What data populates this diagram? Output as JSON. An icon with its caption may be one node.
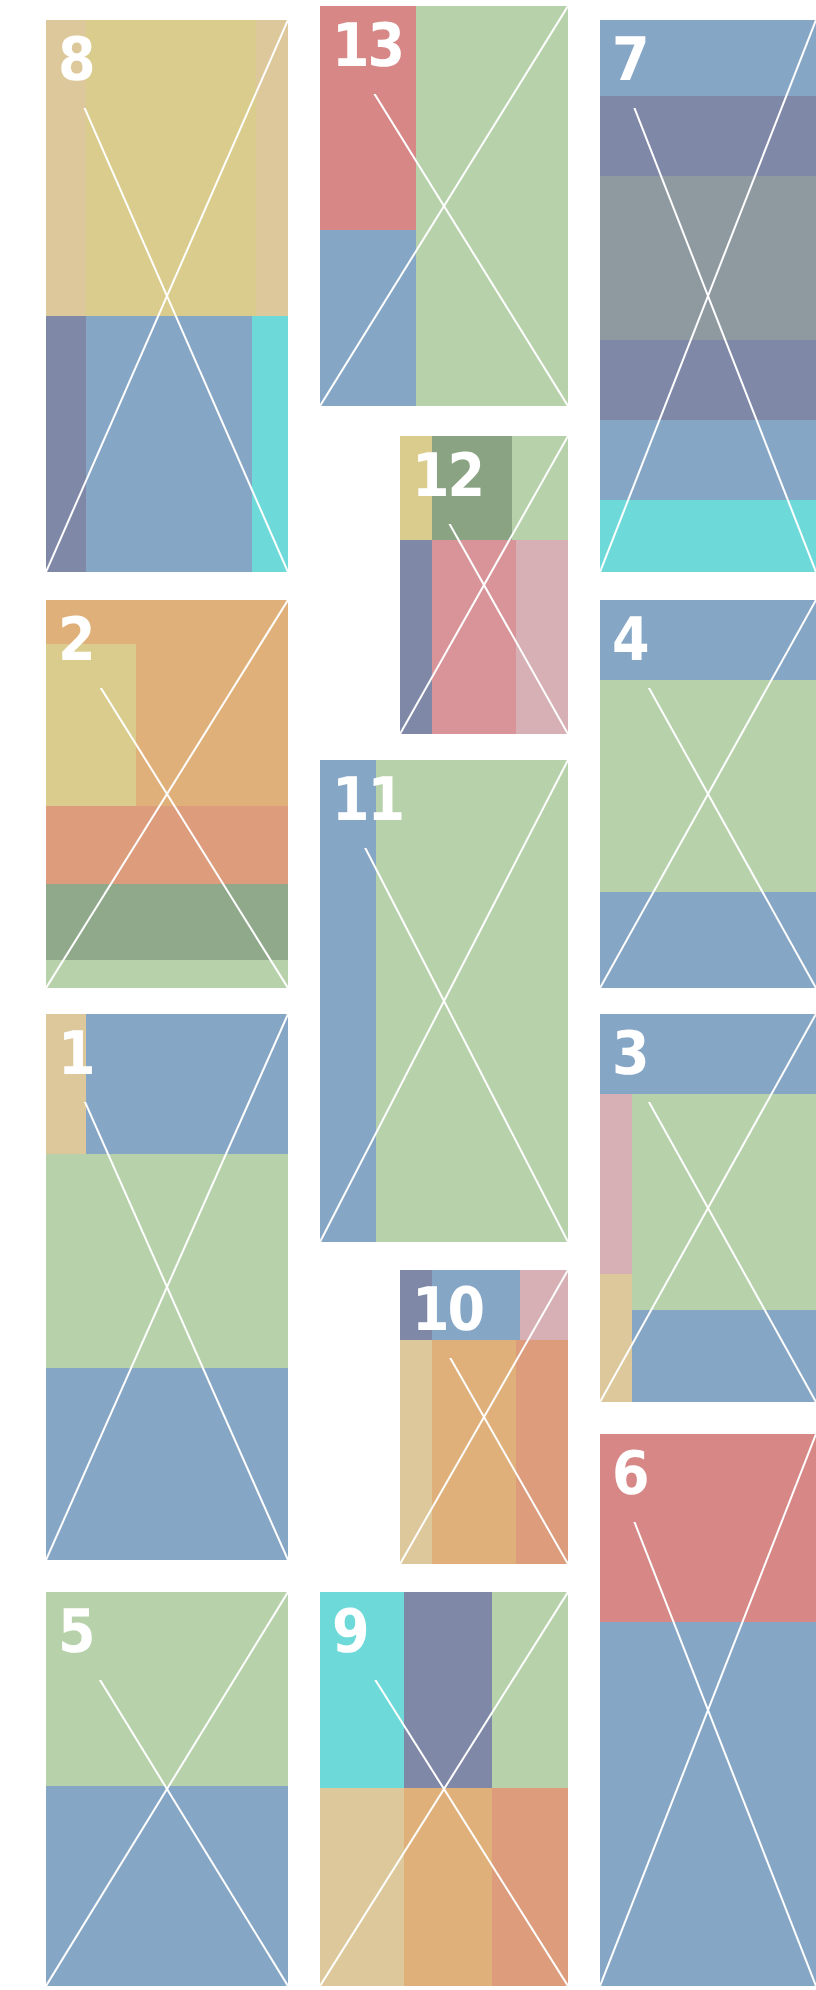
{
  "diagram": {
    "nodes": [
      {
        "text": [
          "8"
        ]
      },
      {
        "text": [
          "13"
        ]
      },
      {
        "text": [
          "7"
        ]
      },
      {
        "text": [
          "12"
        ]
      },
      {
        "text": [
          "2"
        ]
      },
      {
        "text": [
          "4"
        ]
      },
      {
        "text": [
          "11"
        ]
      },
      {
        "text": [
          "1"
        ]
      },
      {
        "text": [
          "3"
        ]
      },
      {
        "text": [
          "10"
        ]
      },
      {
        "text": [
          "6"
        ]
      },
      {
        "text": [
          "5"
        ]
      },
      {
        "text": [
          "9"
        ]
      }
    ]
  }
}
